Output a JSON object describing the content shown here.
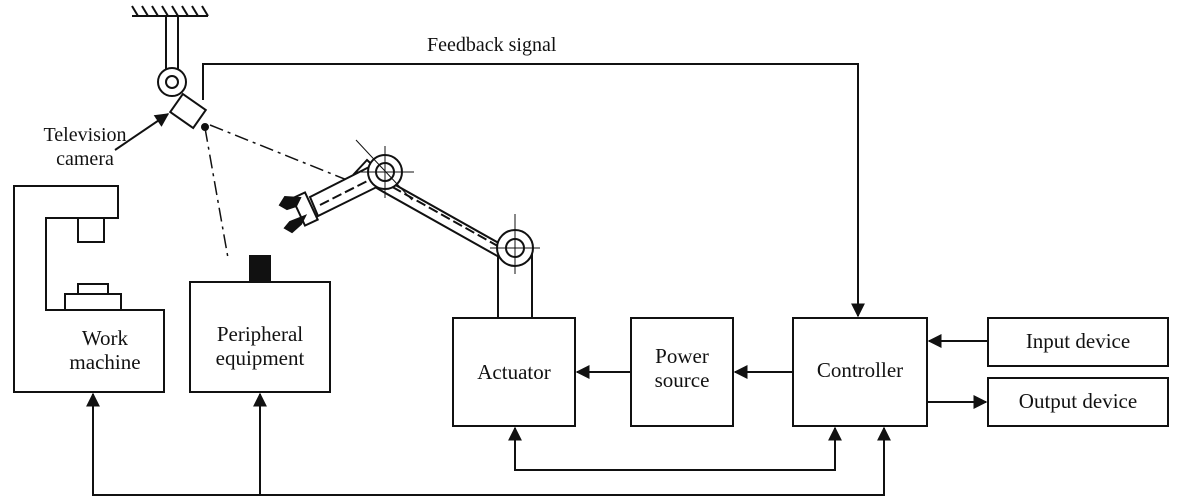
{
  "labels": {
    "feedback_signal": "Feedback signal",
    "television": "Television",
    "camera": "camera",
    "work": "Work",
    "machine": "machine",
    "peripheral": "Peripheral",
    "equipment": "equipment",
    "actuator": "Actuator",
    "power": "Power",
    "source": "source",
    "controller": "Controller",
    "input_device": "Input device",
    "output_device": "Output device"
  },
  "colors": {
    "ink": "#111111",
    "background": "#ffffff"
  }
}
